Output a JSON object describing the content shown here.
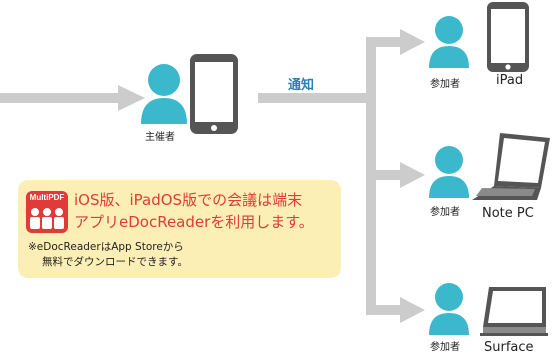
{
  "colors": {
    "person": "#3cb8cc",
    "arrow": "#cccccc",
    "device_body": "#555555",
    "box_bg": "#fcefb6",
    "accent_red": "#e03a3a",
    "notice_blue": "#2d7fb8"
  },
  "host": {
    "label": "主催者"
  },
  "notice": {
    "label": "通知"
  },
  "participants": [
    {
      "role": "参加者",
      "device": "iPad"
    },
    {
      "role": "参加者",
      "device": "Note PC"
    },
    {
      "role": "参加者",
      "device": "Surface"
    }
  ],
  "info_box": {
    "logo_text": "MultiPDF",
    "main_line1": "iOS版、iPadOS版での会議は端末",
    "main_line2": "アプリeDocReaderを利用します。",
    "note_line1": "※eDocReaderはApp Storeから",
    "note_line2": "無料でダウンロードできます。"
  }
}
